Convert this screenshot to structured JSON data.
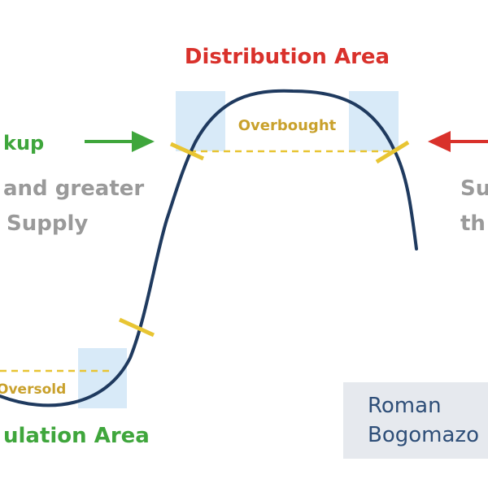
{
  "labels": {
    "distribution_area": "Distribution Area",
    "accumulation_area": "ulation Area",
    "overbought": "Overbought",
    "oversold": "Oversold",
    "markup_partial": "kup",
    "demand_line1": "and greater",
    "demand_line2": "Supply",
    "right_line1": "Su",
    "right_line2": "th"
  },
  "watermark": {
    "line1": "Roman",
    "line2": "Bogomazo"
  },
  "colors": {
    "curve": "#1f3a5f",
    "distribution_red": "#d9312b",
    "accumulation_green": "#3fa63c",
    "threshold_yellow": "#e8c533",
    "threshold_label": "#c9a12c",
    "gray_text": "#9a9a9a",
    "highlight_box": "#d8eaf8",
    "watermark_bg": "#e6e9ee",
    "watermark_text": "#2e4e78"
  },
  "icons": {
    "left_arrow": "green-right-arrow-icon",
    "right_arrow": "red-left-arrow-icon"
  }
}
